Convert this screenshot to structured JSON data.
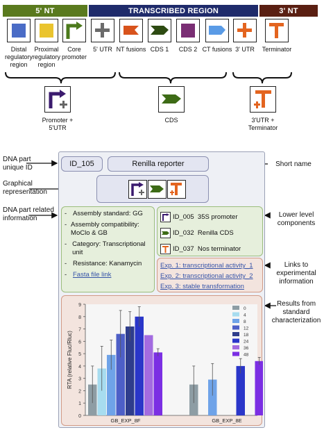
{
  "headers": {
    "nt5": "5' NT",
    "transcribed": "TRANSCRIBED REGION",
    "nt3": "3' NT"
  },
  "parts": [
    {
      "label": "Distal regulatory region",
      "icon": "blue-square"
    },
    {
      "label": "Proximal regulatory region",
      "icon": "yellow-square"
    },
    {
      "label": "Core promoter",
      "icon": "green-promoter-arrow"
    },
    {
      "label": "5' UTR",
      "icon": "gray-plus"
    },
    {
      "label": "NT fusions",
      "icon": "orange-chevron"
    },
    {
      "label": "CDS 1",
      "icon": "dark-green-cds-arrow"
    },
    {
      "label": "CDS 2",
      "icon": "purple-square"
    },
    {
      "label": "CT fusions",
      "icon": "blue-pentagon"
    },
    {
      "label": "3' UTR",
      "icon": "orange-plus"
    },
    {
      "label": "Terminator",
      "icon": "orange-terminator"
    }
  ],
  "composites": [
    {
      "label": "Promoter + 5'UTR",
      "icon": "promoter-utr-composite"
    },
    {
      "label": "CDS",
      "icon": "green-cds-arrow"
    },
    {
      "label": "3'UTR + Terminator",
      "icon": "utr-terminator-composite"
    }
  ],
  "annotations": {
    "unique_id": "DNA part unique ID",
    "graphical": "Graphical representation",
    "related": "DNA part related information",
    "short_name": "Short name",
    "lower_level": "Lower level components",
    "links": "Links to experimental information",
    "results": "Results from standard characterization"
  },
  "card": {
    "id": "ID_105",
    "name": "Renilla reporter",
    "info": [
      "Assembly standard: GG",
      "Assembly compatibility: MoClo & GB",
      "Category: Transcriptional unit",
      "Resistance: Kanamycin"
    ],
    "fasta_link": "Fasta file link",
    "components": [
      {
        "id": "ID_005",
        "name": "35S promoter"
      },
      {
        "id": "ID_032",
        "name": "Renilla CDS"
      },
      {
        "id": "ID_037",
        "name": "Nos terminator"
      }
    ],
    "experiments": [
      "Exp. 1: transcriptional activity_1",
      "Exp. 2: transcriptional activity_2",
      "Exp. 3: stable transformation"
    ]
  },
  "colors": {
    "header_5nt": "#5a7a1e",
    "header_tr": "#1f2b6b",
    "header_3nt": "#5a1f12",
    "info_panel": "#e6efdc",
    "info_border": "#9bbd7c",
    "link_panel": "#f3e4de",
    "link_border": "#d29a85"
  },
  "chart_data": {
    "type": "bar",
    "ylabel": "RTA (relative Fluc/Rluc)",
    "ylim": [
      0,
      9
    ],
    "yticks": [
      0,
      1,
      2,
      3,
      4,
      5,
      6,
      7,
      8,
      9
    ],
    "legend": [
      "0",
      "4",
      "8",
      "12",
      "18",
      "24",
      "36",
      "48"
    ],
    "legend_colors": [
      "#8e9da4",
      "#a7dcef",
      "#6fa3e8",
      "#4d5fc7",
      "#2f3d8c",
      "#2a36c9",
      "#a36be0",
      "#7b2fe3"
    ],
    "groups": [
      {
        "name": "GB_EXP_8F",
        "values": [
          2.5,
          3.8,
          4.9,
          6.6,
          7.2,
          8.0,
          6.5,
          5.1
        ],
        "errors": [
          1.5,
          1.8,
          1.2,
          1.9,
          1.2,
          0.8,
          0.0,
          0.3
        ]
      },
      {
        "name": "GB_EXP_8E",
        "values": [
          2.5,
          null,
          2.9,
          null,
          null,
          4.0,
          null,
          4.4
        ],
        "errors": [
          1.5,
          null,
          1.3,
          null,
          null,
          0.6,
          null,
          0.3
        ]
      }
    ]
  }
}
